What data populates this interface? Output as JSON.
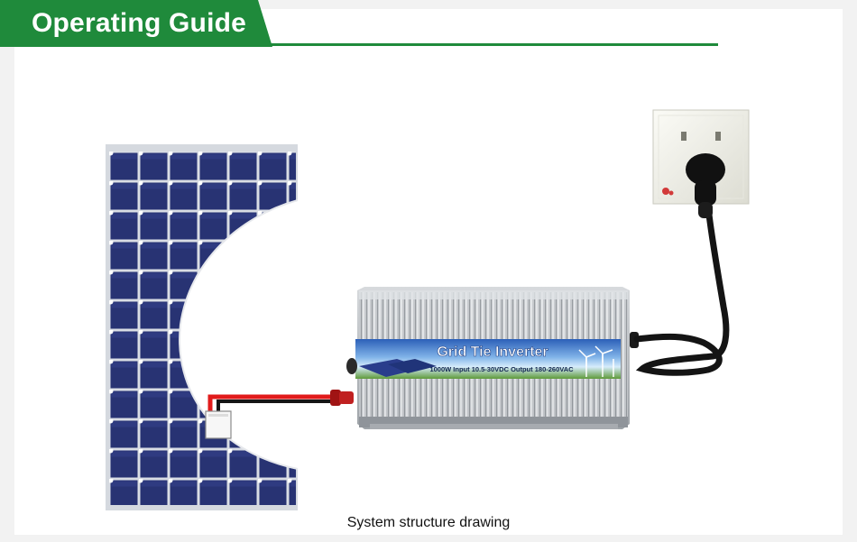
{
  "header": {
    "title": "Operating Guide"
  },
  "inverter": {
    "label": "Grid Tie Inverter",
    "spec": "1000W  Input 10.5-30VDC Output 180-260VAC"
  },
  "caption": "System structure drawing",
  "colors": {
    "brand_green": "#1f8a3b",
    "panel_blue": "#2a3575",
    "cable_red": "#e11b1b",
    "cable_black": "#151515"
  },
  "icons": [
    "solar-panel-icon",
    "junction-box-icon",
    "inverter-icon",
    "wall-socket-icon",
    "plug-icon"
  ]
}
